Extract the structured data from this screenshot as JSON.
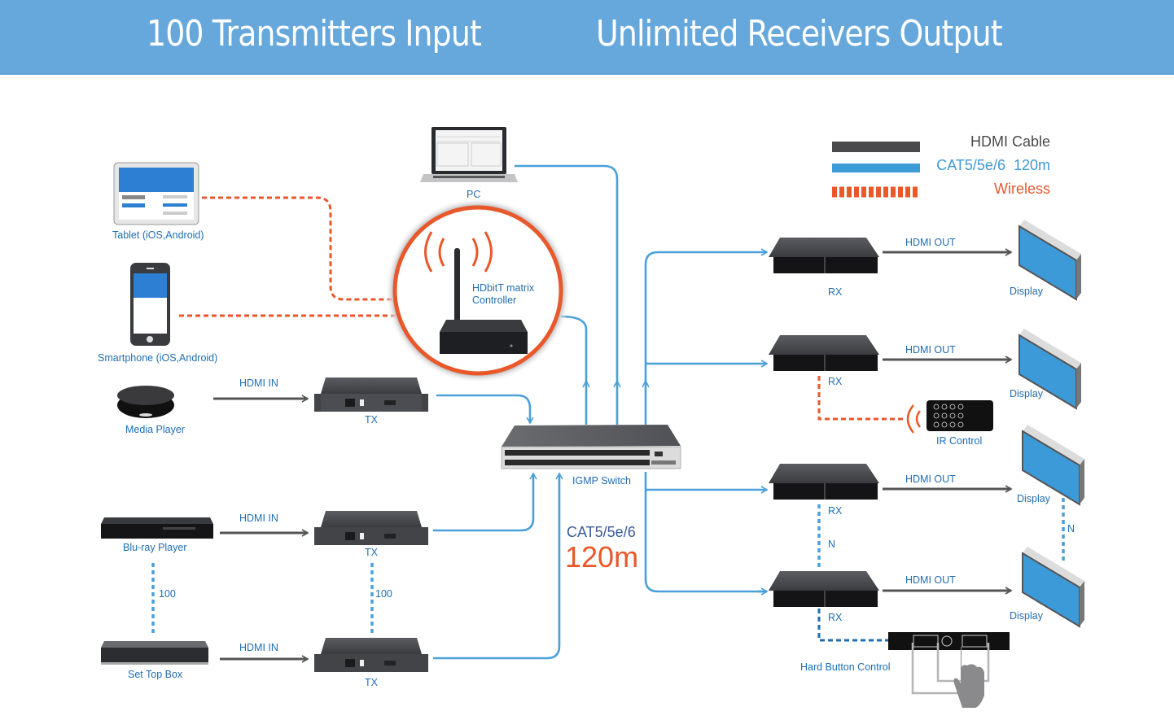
{
  "banner": {
    "left_title": "100 Transmitters Input",
    "right_title": "Unlimited Receivers Output",
    "background": "#66a8db"
  },
  "legend": {
    "items": [
      {
        "label": "HDMI Cable",
        "color": "#4a4a4c",
        "style": "solid"
      },
      {
        "label": "CAT5/5e/6  120m",
        "color": "#3d9ad8",
        "style": "solid"
      },
      {
        "label": "Wireless",
        "color": "#e8582a",
        "style": "dashed"
      }
    ]
  },
  "colors": {
    "hdmi": "#555557",
    "cat": "#4aa0da",
    "wireless": "#e8582a",
    "label": "#1f6db3",
    "device_dark": "#2c2d31",
    "display_screen": "#3d9ad8"
  },
  "devices": {
    "pc": "PC",
    "tablet": "Tablet (iOS,Android)",
    "smartphone": "Smartphone (iOS,Android)",
    "controller": "HDbitT matrix Controller",
    "controller_line1": "HDbitT matrix",
    "controller_line2": "Controller",
    "media_player": "Media Player",
    "bluray": "Blu-ray Player",
    "settop": "Set Top Box",
    "switch": "IGMP Switch",
    "tx": "TX",
    "rx": "RX",
    "display": "Display",
    "ir_control": "IR Control",
    "hard_button": "Hard Button Control"
  },
  "links": {
    "hdmi_in": "HDMI IN",
    "hdmi_out": "HDMI OUT",
    "count_sources": "100",
    "count_tx": "100",
    "count_rx": "N",
    "count_display": "N"
  },
  "cable_spec": {
    "type": "CAT5/5e/6",
    "length": "120m"
  }
}
